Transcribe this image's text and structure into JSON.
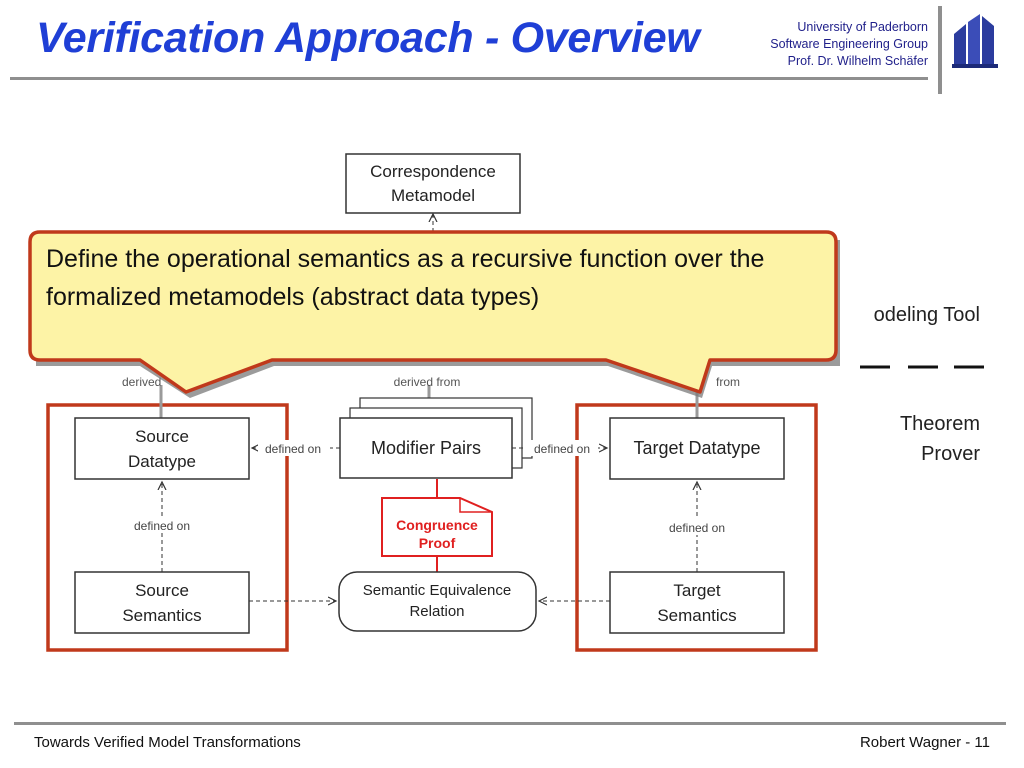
{
  "slide": {
    "title": "Verification Approach - Overview",
    "institution": {
      "line1": "University of Paderborn",
      "line2": "Software Engineering Group",
      "line3": "Prof. Dr. Wilhelm Schäfer"
    },
    "logo_icon": "university-logo-icon"
  },
  "diagram": {
    "correspondence_metamodel": [
      "Correspondence",
      "Metamodel"
    ],
    "source_datatype": [
      "Source",
      "Datatype"
    ],
    "modifier_pairs": "Modifier Pairs",
    "target_datatype": "Target Datatype",
    "source_semantics": [
      "Source",
      "Semantics"
    ],
    "semantic_equivalence": [
      "Semantic Equivalence",
      "Relation"
    ],
    "target_semantics": [
      "Target",
      "Semantics"
    ],
    "congruence_proof": [
      "Congruence",
      "Proof"
    ],
    "edge_labels": {
      "derived_left": "derived",
      "derived_center": "derived from",
      "derived_right": "from",
      "defined_on_left": "defined on",
      "defined_on_right": "defined on",
      "defined_on_source_vertical": "defined on",
      "defined_on_target_vertical": "defined on"
    },
    "legend": {
      "modeling_tool": "odeling Tool",
      "theorem_prover": [
        "Theorem",
        "Prover"
      ]
    },
    "colors": {
      "region_border": "#c0391b",
      "proof": "#e02020",
      "callout_fill": "#fdf3a6",
      "callout_border": "#c0391b"
    }
  },
  "callout": {
    "text": "Define the operational semantics as a recursive function over the formalized metamodels (abstract data types)"
  },
  "footer": {
    "left": "Towards Verified Model Transformations",
    "right": "Robert Wagner - 11"
  }
}
